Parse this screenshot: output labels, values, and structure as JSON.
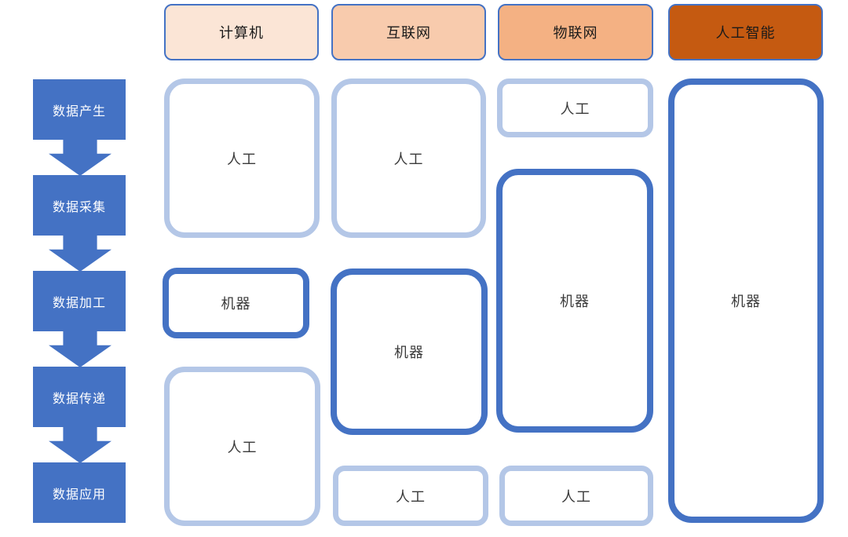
{
  "palette": {
    "stage_blue": "#4472C4",
    "arrow_blue": "#4472C4",
    "manual_border_light_blue": "#B4C7E7",
    "machine_border_dark_blue": "#4472C4",
    "era_computer_fill": "#FBE5D6",
    "era_internet_fill": "#F8CBAD",
    "era_iot_fill": "#F4B183",
    "era_ai_fill": "#C55A11",
    "header_border": "#4472C4"
  },
  "stages": [
    {
      "label": "数据产生"
    },
    {
      "label": "数据采集"
    },
    {
      "label": "数据加工"
    },
    {
      "label": "数据传递"
    },
    {
      "label": "数据应用"
    }
  ],
  "eras": [
    {
      "label": "计算机",
      "fill": "#FBE5D6"
    },
    {
      "label": "互联网",
      "fill": "#F8CBAD"
    },
    {
      "label": "物联网",
      "fill": "#F4B183"
    },
    {
      "label": "人工智能",
      "fill": "#C55A11"
    }
  ],
  "boxes": [
    {
      "column": "计算机",
      "label": "人工",
      "type": "manual",
      "stage_span": [
        "数据产生",
        "数据采集"
      ]
    },
    {
      "column": "计算机",
      "label": "机器",
      "type": "machine",
      "stage_span": [
        "数据加工"
      ]
    },
    {
      "column": "计算机",
      "label": "人工",
      "type": "manual",
      "stage_span": [
        "数据传递",
        "数据应用"
      ]
    },
    {
      "column": "互联网",
      "label": "人工",
      "type": "manual",
      "stage_span": [
        "数据产生",
        "数据采集"
      ]
    },
    {
      "column": "互联网",
      "label": "机器",
      "type": "machine",
      "stage_span": [
        "数据加工",
        "数据传递"
      ]
    },
    {
      "column": "互联网",
      "label": "人工",
      "type": "manual",
      "stage_span": [
        "数据应用"
      ]
    },
    {
      "column": "物联网",
      "label": "人工",
      "type": "manual",
      "stage_span": [
        "数据产生"
      ]
    },
    {
      "column": "物联网",
      "label": "机器",
      "type": "machine",
      "stage_span": [
        "数据采集",
        "数据加工",
        "数据传递"
      ]
    },
    {
      "column": "物联网",
      "label": "人工",
      "type": "manual",
      "stage_span": [
        "数据应用"
      ]
    },
    {
      "column": "人工智能",
      "label": "机器",
      "type": "machine",
      "stage_span": [
        "数据产生",
        "数据采集",
        "数据加工",
        "数据传递",
        "数据应用"
      ]
    }
  ]
}
